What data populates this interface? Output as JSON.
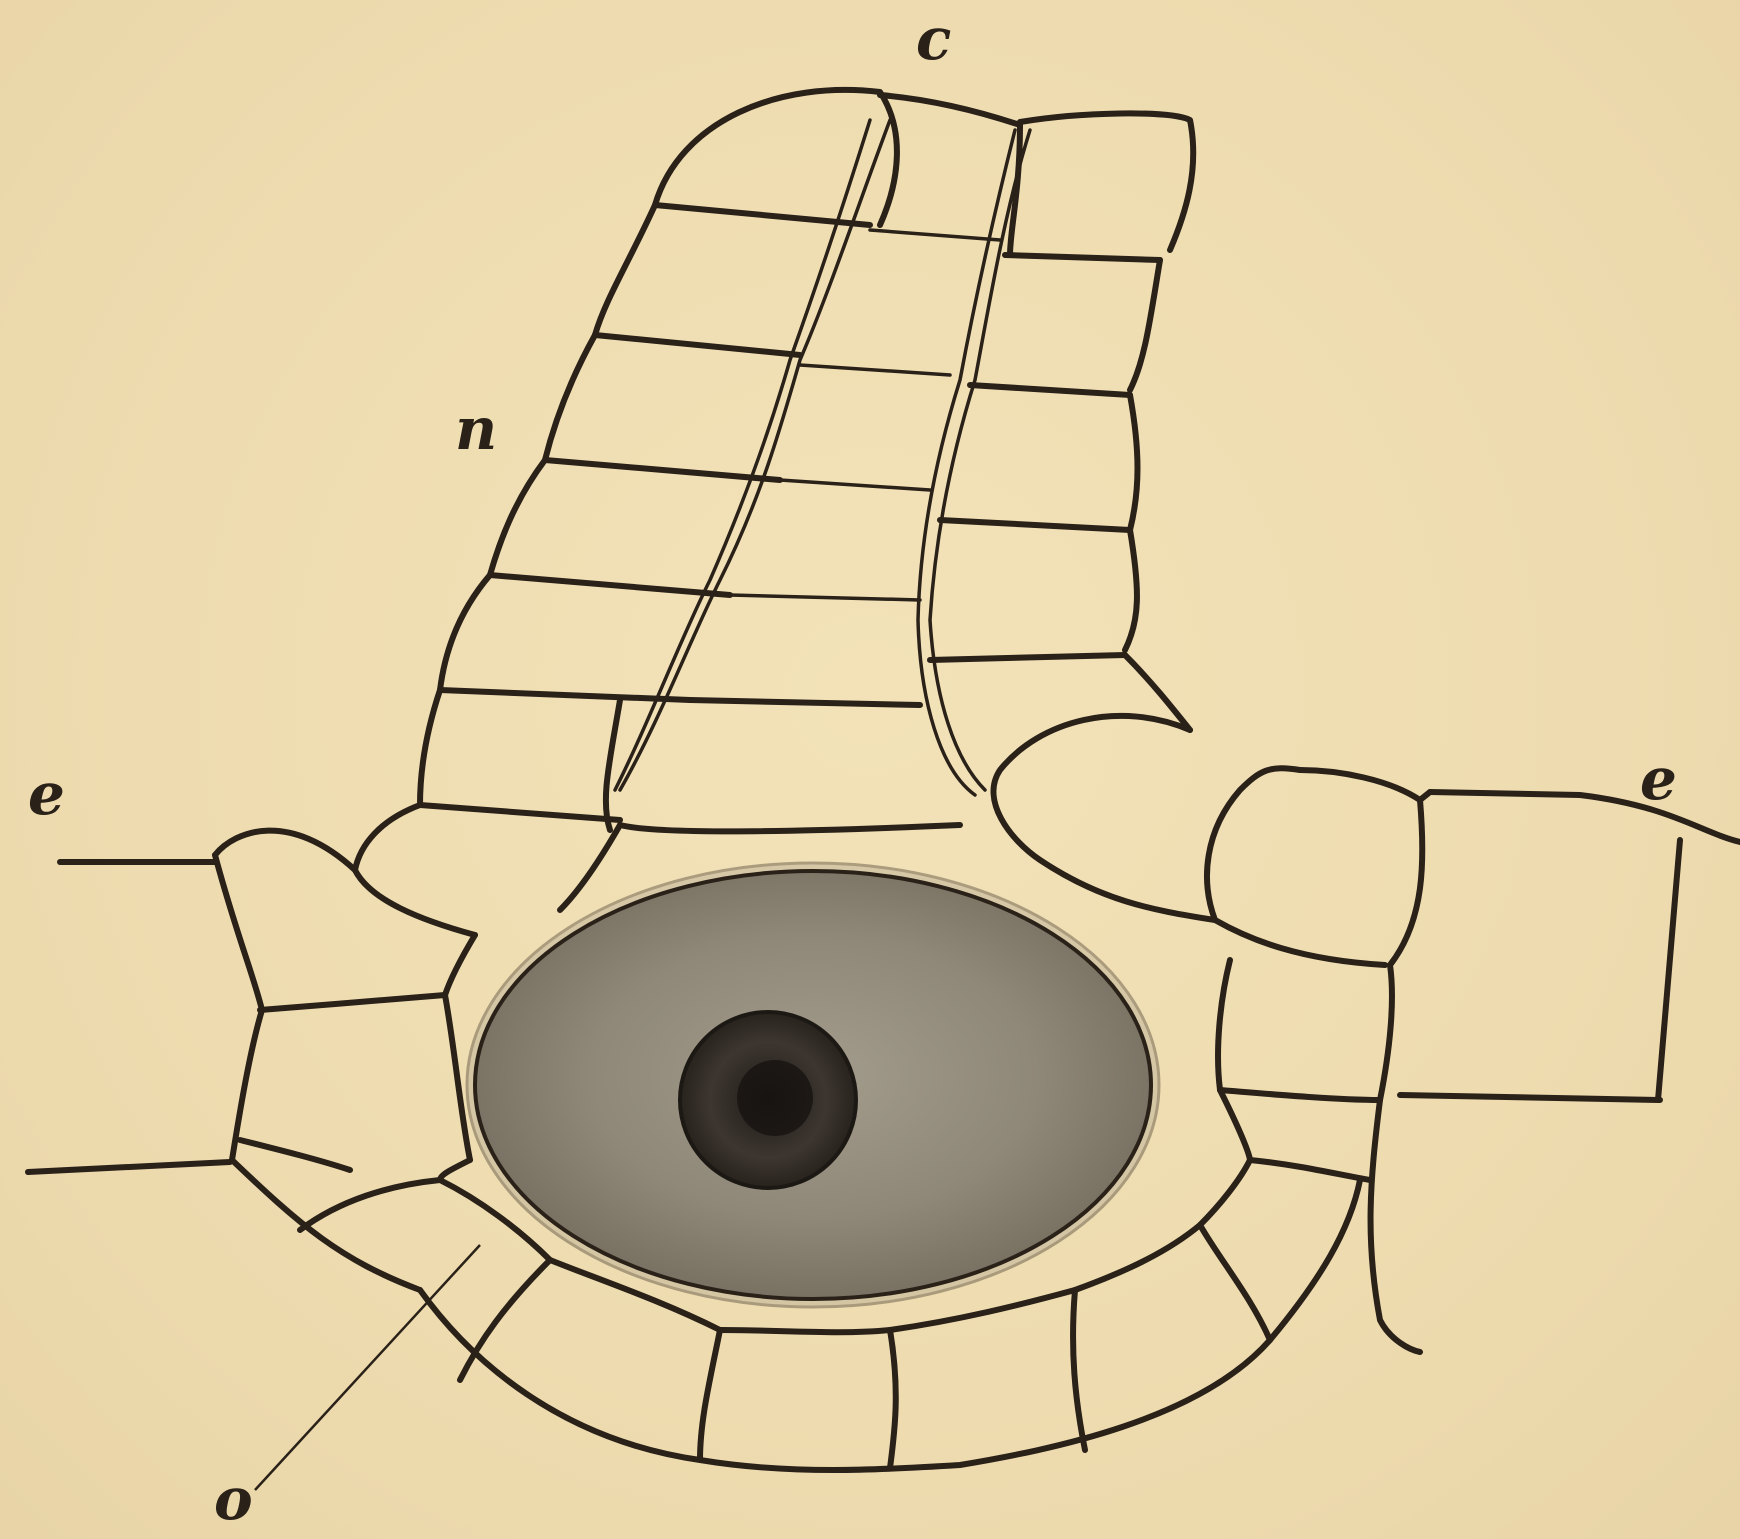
{
  "labels": {
    "top_c": "c",
    "left_e": "e",
    "right_e": "e",
    "neck_n": "n",
    "bottom_o": "o"
  },
  "colors": {
    "paper": "#efdcb0",
    "ink": "#2a2118",
    "egg_fill": "#8e8778",
    "nucleus": "#3a332c"
  }
}
